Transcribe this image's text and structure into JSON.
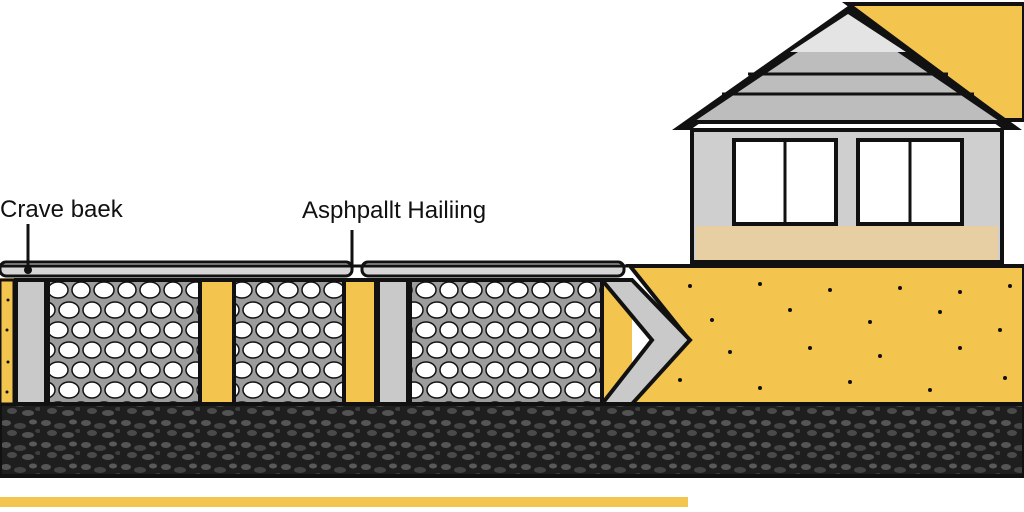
{
  "labels": {
    "left": "Crave baek",
    "right": "Asphpallt Hailiing"
  },
  "colors": {
    "outline": "#111111",
    "yellow": "#f4c54e",
    "gray": "#c9c9c9",
    "roof_gray": "#bdbdbd",
    "stone_white": "#ffffff",
    "wall_gray": "#cfcfcf",
    "foundation_tan": "#e8cfa3",
    "gravel_dark": "#2a2a2a",
    "gravel_stone": "#4a4a4a"
  },
  "icons": {
    "house": "house-icon",
    "gravel": "gravel-layer",
    "stones": "stone-fill"
  }
}
